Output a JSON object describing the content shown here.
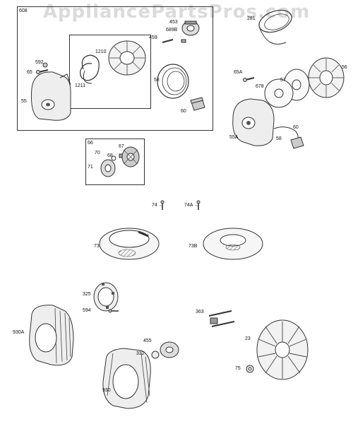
{
  "watermark": "AppliancePartsPros.com",
  "colors": {
    "line": "#333333",
    "fill": "#e8e8e8",
    "dark": "#444444"
  },
  "labels": {
    "b608": "608",
    "p592": "592",
    "p65": "65",
    "p55": "55",
    "p1210": "1210",
    "p1211": "1211",
    "p453": "453",
    "p689b": "689B",
    "p459": "459",
    "p58a": "58",
    "p60a": "60",
    "p281": "281",
    "p65a": "65A",
    "p678": "678",
    "p57": "57",
    "p56": "56",
    "p55a": "55A",
    "p60b": "60",
    "p58b": "58",
    "b66": "66",
    "p68": "68",
    "p67": "67",
    "p70": "70",
    "p71": "71",
    "p74": "74",
    "p74a": "74A",
    "p73": "73",
    "p73b": "73B",
    "p325": "325",
    "p594": "594",
    "p363": "363",
    "p930a": "930A",
    "p455": "455",
    "p332": "332",
    "p23": "23",
    "p75": "75",
    "p930": "930"
  }
}
